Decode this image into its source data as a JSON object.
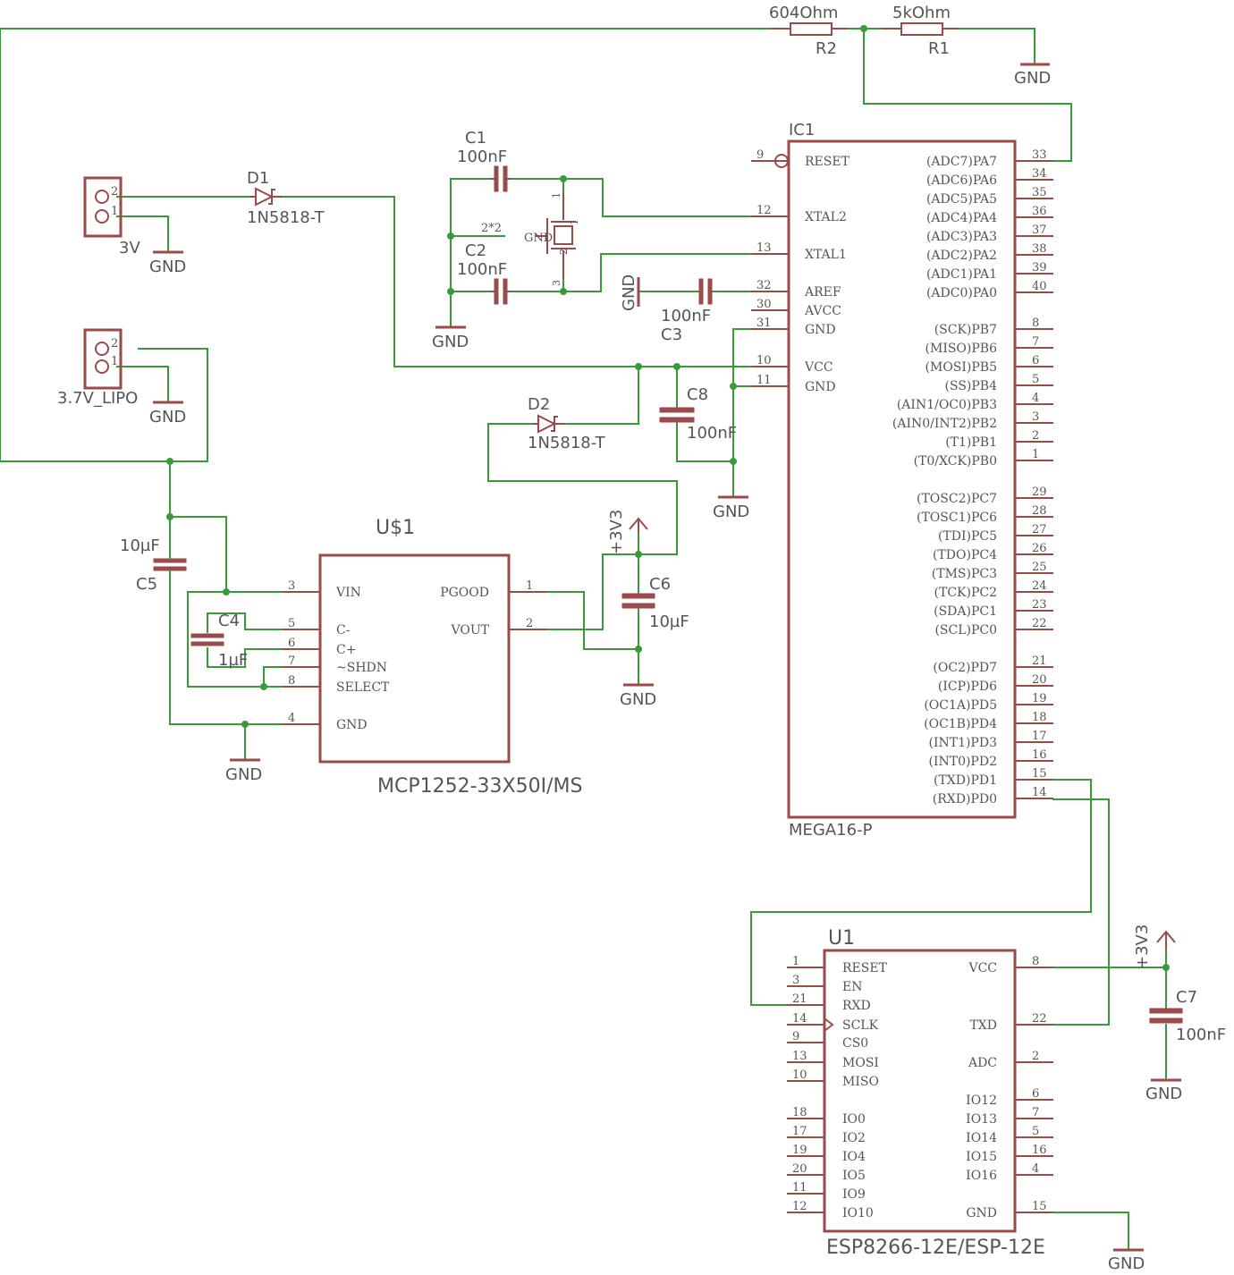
{
  "components": {
    "R2": {
      "ref": "R2",
      "value": "604Ohm"
    },
    "R1": {
      "ref": "R1",
      "value": "5kOhm"
    },
    "C1": {
      "ref": "C1",
      "value": "100nF"
    },
    "C2": {
      "ref": "C2",
      "value": "100nF"
    },
    "C3": {
      "ref": "C3",
      "value": "100nF"
    },
    "C4": {
      "ref": "C4",
      "value": "1µF"
    },
    "C5": {
      "ref": "C5",
      "value": "10µF"
    },
    "C6": {
      "ref": "C6",
      "value": "10µF"
    },
    "C7": {
      "ref": "C7",
      "value": "100nF"
    },
    "C8": {
      "ref": "C8",
      "value": "100nF"
    },
    "D1": {
      "ref": "D1",
      "value": "1N5818-T"
    },
    "D2": {
      "ref": "D2",
      "value": "1N5818-T"
    },
    "J_3V": {
      "value": "3V",
      "pin_a": "2",
      "pin_b": "1"
    },
    "J_LIPO": {
      "value": "3.7V_LIPO",
      "pin_a": "2",
      "pin_b": "1"
    },
    "Q1": {
      "pin1": "1",
      "pin2": "2",
      "pin3": "3",
      "gnd": "GND",
      "gnd_pin": "2*2"
    },
    "IC1": {
      "ref": "IC1",
      "value": "MEGA16-P"
    },
    "U_REG": {
      "ref": "U$1",
      "value": "MCP1252-33X50I/MS"
    },
    "U1": {
      "ref": "U1",
      "value": "ESP8266-12E/ESP-12E"
    }
  },
  "net_labels": {
    "gnd": "GND",
    "v33": "+3V3"
  },
  "ic1": {
    "left_pins": [
      {
        "num": "9",
        "name": "RESET"
      },
      {
        "num": "12",
        "name": "XTAL2"
      },
      {
        "num": "13",
        "name": "XTAL1"
      },
      {
        "num": "32",
        "name": "AREF"
      },
      {
        "num": "30",
        "name": "AVCC"
      },
      {
        "num": "31",
        "name": "GND"
      },
      {
        "num": "10",
        "name": "VCC"
      },
      {
        "num": "11",
        "name": "GND"
      }
    ],
    "right_pins": [
      {
        "num": "33",
        "name": "(ADC7)PA7"
      },
      {
        "num": "34",
        "name": "(ADC6)PA6"
      },
      {
        "num": "35",
        "name": "(ADC5)PA5"
      },
      {
        "num": "36",
        "name": "(ADC4)PA4"
      },
      {
        "num": "37",
        "name": "(ADC3)PA3"
      },
      {
        "num": "38",
        "name": "(ADC2)PA2"
      },
      {
        "num": "39",
        "name": "(ADC1)PA1"
      },
      {
        "num": "40",
        "name": "(ADC0)PA0"
      },
      {
        "num": "8",
        "name": "(SCK)PB7"
      },
      {
        "num": "7",
        "name": "(MISO)PB6"
      },
      {
        "num": "6",
        "name": "(MOSI)PB5"
      },
      {
        "num": "5",
        "name": "(SS)PB4"
      },
      {
        "num": "4",
        "name": "(AIN1/OC0)PB3"
      },
      {
        "num": "3",
        "name": "(AIN0/INT2)PB2"
      },
      {
        "num": "2",
        "name": "(T1)PB1"
      },
      {
        "num": "1",
        "name": "(T0/XCK)PB0"
      },
      {
        "num": "29",
        "name": "(TOSC2)PC7"
      },
      {
        "num": "28",
        "name": "(TOSC1)PC6"
      },
      {
        "num": "27",
        "name": "(TDI)PC5"
      },
      {
        "num": "26",
        "name": "(TDO)PC4"
      },
      {
        "num": "25",
        "name": "(TMS)PC3"
      },
      {
        "num": "24",
        "name": "(TCK)PC2"
      },
      {
        "num": "23",
        "name": "(SDA)PC1"
      },
      {
        "num": "22",
        "name": "(SCL)PC0"
      },
      {
        "num": "21",
        "name": "(OC2)PD7"
      },
      {
        "num": "20",
        "name": "(ICP)PD6"
      },
      {
        "num": "19",
        "name": "(OC1A)PD5"
      },
      {
        "num": "18",
        "name": "(OC1B)PD4"
      },
      {
        "num": "17",
        "name": "(INT1)PD3"
      },
      {
        "num": "16",
        "name": "(INT0)PD2"
      },
      {
        "num": "15",
        "name": "(TXD)PD1"
      },
      {
        "num": "14",
        "name": "(RXD)PD0"
      }
    ]
  },
  "u1": {
    "left_pins": [
      {
        "num": "1",
        "name": "RESET"
      },
      {
        "num": "3",
        "name": "EN"
      },
      {
        "num": "21",
        "name": "RXD"
      },
      {
        "num": "14",
        "name": "SCLK"
      },
      {
        "num": "9",
        "name": "CS0"
      },
      {
        "num": "13",
        "name": "MOSI"
      },
      {
        "num": "10",
        "name": "MISO"
      },
      {
        "num": "18",
        "name": "IO0"
      },
      {
        "num": "17",
        "name": "IO2"
      },
      {
        "num": "19",
        "name": "IO4"
      },
      {
        "num": "20",
        "name": "IO5"
      },
      {
        "num": "11",
        "name": "IO9"
      },
      {
        "num": "12",
        "name": "IO10"
      }
    ],
    "right_pins": [
      {
        "num": "8",
        "name": "VCC"
      },
      {
        "num": "22",
        "name": "TXD"
      },
      {
        "num": "2",
        "name": "ADC"
      },
      {
        "num": "6",
        "name": "IO12"
      },
      {
        "num": "7",
        "name": "IO13"
      },
      {
        "num": "5",
        "name": "IO14"
      },
      {
        "num": "16",
        "name": "IO15"
      },
      {
        "num": "4",
        "name": "IO16"
      },
      {
        "num": "15",
        "name": "GND"
      }
    ]
  },
  "reg": {
    "left_pins": [
      {
        "num": "3",
        "name": "VIN"
      },
      {
        "num": "5",
        "name": "C-"
      },
      {
        "num": "6",
        "name": "C+"
      },
      {
        "num": "7",
        "name": "~SHDN"
      },
      {
        "num": "8",
        "name": "SELECT"
      },
      {
        "num": "4",
        "name": "GND"
      }
    ],
    "right_pins": [
      {
        "num": "1",
        "name": "PGOOD"
      },
      {
        "num": "2",
        "name": "VOUT"
      }
    ]
  },
  "colors": {
    "wire": "#3a9a3a",
    "symbol": "#9b4a4a",
    "text": "#555555",
    "background": "#ffffff"
  }
}
